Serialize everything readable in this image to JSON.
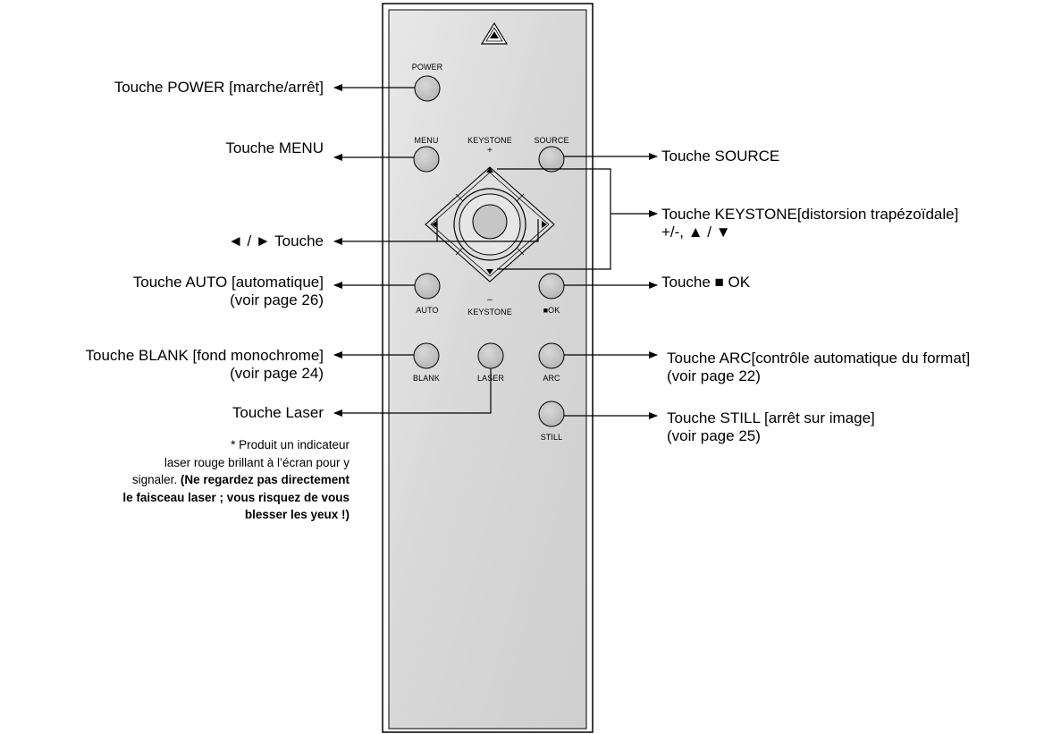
{
  "remote": {
    "logo_icon": "warning-triangle-icon",
    "button_labels": {
      "power": "POWER",
      "menu": "MENU",
      "keystone_top": "KEYSTONE",
      "keystone_plus": "+",
      "source": "SOURCE",
      "auto": "AUTO",
      "keystone_minus": "–",
      "keystone_bottom": "KEYSTONE",
      "ok": "■OK",
      "blank": "BLANK",
      "laser": "LASER",
      "arc": "ARC",
      "still": "STILL"
    }
  },
  "callouts": {
    "power": "Touche POWER [marche/arrêt]",
    "menu": "Touche MENU",
    "left_right": "◄ / ► Touche",
    "auto_line1": "Touche AUTO [automatique]",
    "auto_line2": "(voir page 26)",
    "blank_line1": "Touche BLANK [fond monochrome]",
    "blank_line2": "(voir page 24)",
    "laser": "Touche Laser",
    "source": "Touche SOURCE",
    "keystone_line1": "Touche KEYSTONE[distorsion trapézoïdale]",
    "keystone_line2": "+/-, ▲ / ▼",
    "ok": "Touche ■ OK",
    "arc_line1": "Touche ARC[contrôle automatique du format]",
    "arc_line2": "(voir page 22)",
    "still_line1": "Touche STILL [arrêt sur image]",
    "still_line2": "(voir page 25)"
  },
  "laser_note": {
    "line1": "* Produit un indicateur",
    "line2": "laser rouge brillant à l’écran pour y",
    "line3_normal": "signaler. ",
    "line3_bold": "(Ne regardez pas directement",
    "line4_bold": "le faisceau laser ; vous risquez de vous",
    "line5_bold": "blesser les yeux !)"
  },
  "colors": {
    "remote_body": "#d6d6d6",
    "remote_highlight": "#e4e4e4",
    "button_fill": "#bdbdbd",
    "line": "#000000"
  }
}
